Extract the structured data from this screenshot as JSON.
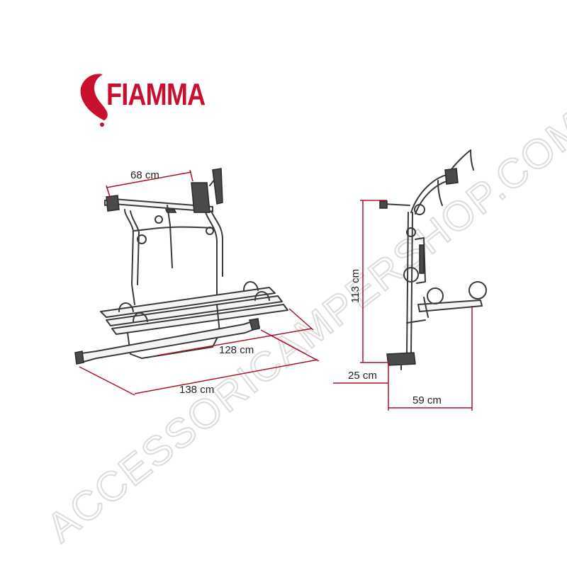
{
  "brand": {
    "name": "FIAMMA",
    "color": "#c8102e"
  },
  "watermark": "ACCESSORICAMPERSHOP.COM",
  "dimensions": {
    "top_width": "68 cm",
    "rail_length": "128 cm",
    "total_length": "138 cm",
    "height": "113 cm",
    "base_offset": "25 cm",
    "depth": "59 cm"
  },
  "colors": {
    "dimension_line": "#b01028",
    "outline": "#3a3a3a"
  }
}
